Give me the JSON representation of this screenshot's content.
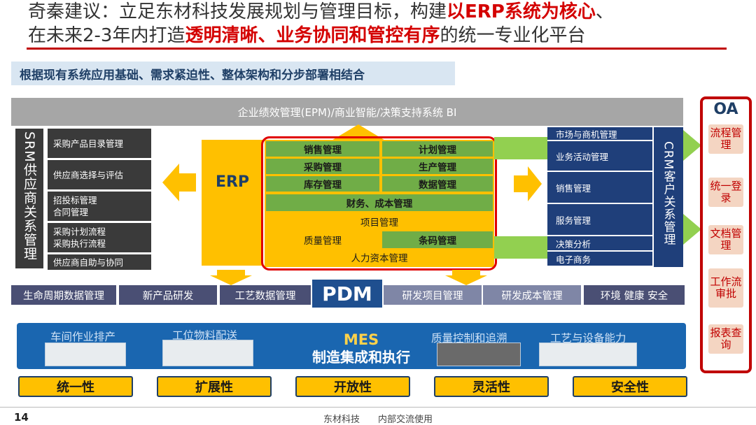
{
  "title": {
    "line1_prefix": "奇秦建议：立足东材科技发展规划与管理目标，构建",
    "line1_highlight": "以ERP系统为核心",
    "line1_suffix": "、",
    "line2_prefix": "在未来2-3年内打造",
    "line2_highlight": "透明清晰、业务协同和管控有序",
    "line2_suffix": "的统一专业化平台"
  },
  "subtitle": "根据现有系统应用基础、需求紧迫性、整体架构和分步部署相结合",
  "epm_bar": "企业绩效管理(EPM)/商业智能/决策支持系统 BI",
  "srm": {
    "title": "SRM供应商关系管理",
    "items": [
      {
        "lines": [
          "采购产品目录管理"
        ]
      },
      {
        "lines": [
          "供应商选择与评估"
        ]
      },
      {
        "lines": [
          "招投标管理",
          "合同管理"
        ]
      },
      {
        "lines": [
          "采购计划流程",
          "采购执行流程"
        ]
      },
      {
        "lines": [
          "供应商自助与协同"
        ]
      }
    ]
  },
  "erp": {
    "label": "ERP",
    "modules": {
      "sales": "销售管理",
      "plan": "计划管理",
      "purchase": "采购管理",
      "production": "生产管理",
      "inventory": "库存管理",
      "data": "数据管理",
      "finance": "财务、成本管理",
      "project": "项目管理",
      "quality": "质量管理",
      "barcode": "条码管理",
      "hr": "人力资本管理"
    }
  },
  "crm": {
    "title": "CRM客户关系管理",
    "items": [
      "市场与商机管理",
      "业务活动管理",
      "销售管理",
      "服务管理",
      "决策分析",
      "电子商务"
    ]
  },
  "oa": {
    "title": "OA",
    "items": [
      "流程管理",
      "统一登录",
      "文档管理",
      "工作流审批",
      "报表查询"
    ]
  },
  "pdm": {
    "label": "PDM",
    "items": [
      "生命周期数据管理",
      "新产品研发",
      "工艺数据管理",
      "研发项目管理",
      "研发成本管理",
      "环境 健康 安全"
    ]
  },
  "mes": {
    "title": "MES",
    "subtitle": "制造集成和执行",
    "labels": [
      "车间作业排产",
      "工位物料配送",
      "质量控制和追溯",
      "工艺与设备能力"
    ]
  },
  "qualities": [
    "统一性",
    "扩展性",
    "开放性",
    "灵活性",
    "安全性"
  ],
  "footer": {
    "page": "14",
    "text": "东材科技　　内部交流使用"
  },
  "colors": {
    "accent_red": "#c00000",
    "erp_yellow": "#ffc000",
    "module_green": "#70ad47",
    "crm_blue": "#1f3f7a",
    "srm_dark": "#3a3a3a",
    "mes_blue": "#1a66b0"
  }
}
